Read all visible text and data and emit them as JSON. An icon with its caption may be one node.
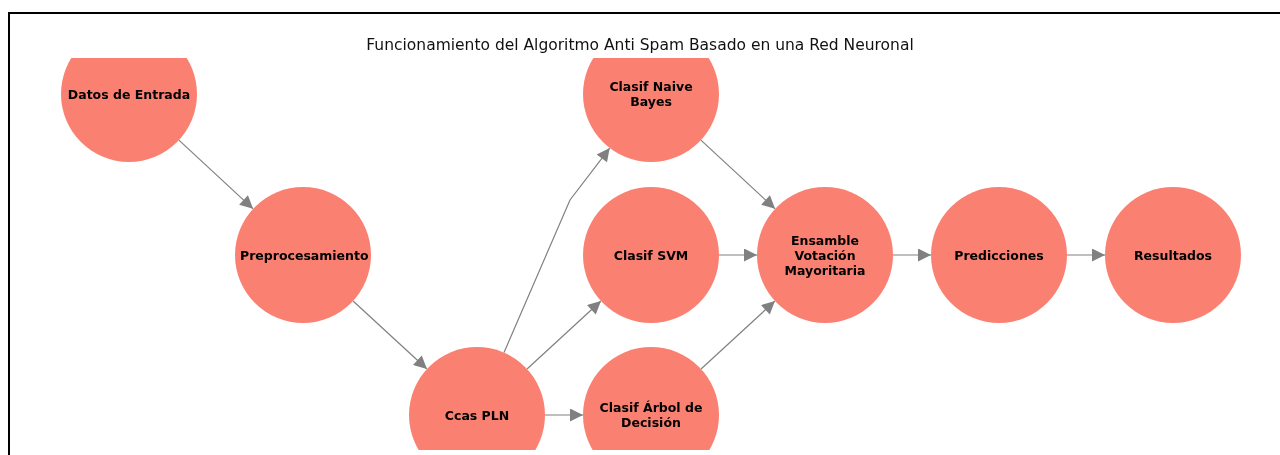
{
  "diagram": {
    "title": "Funcionamiento del Algoritmo Anti Spam Basado en una Red Neuronal",
    "nodes": [
      {
        "text": [
          "Datos de Entrada"
        ]
      },
      {
        "text": [
          "Preprocesamiento"
        ]
      },
      {
        "text": [
          "Ccas PLN"
        ]
      },
      {
        "text": [
          "Clasif Naive Bayes"
        ]
      },
      {
        "text": [
          "Clasif SVM"
        ]
      },
      {
        "text": [
          "Clasif Árbol de Decisión"
        ]
      },
      {
        "text": [
          "Ensamble Votación Mayoritaria"
        ]
      },
      {
        "text": [
          "Predicciones"
        ]
      },
      {
        "text": [
          "Resultados"
        ]
      }
    ],
    "edges": [
      {
        "from": 0,
        "to": 1,
        "arrow": "to"
      },
      {
        "from": 1,
        "to": 2,
        "arrow": "to"
      },
      {
        "from": 2,
        "to": 3,
        "arrow": "to"
      },
      {
        "from": 2,
        "to": 4,
        "arrow": "to"
      },
      {
        "from": 2,
        "to": 5,
        "arrow": "to"
      },
      {
        "from": 3,
        "to": 6,
        "arrow": "to"
      },
      {
        "from": 4,
        "to": 6,
        "arrow": "to"
      },
      {
        "from": 5,
        "to": 6,
        "arrow": "to"
      },
      {
        "from": 6,
        "to": 7,
        "arrow": "to"
      },
      {
        "from": 7,
        "to": 8,
        "arrow": "to"
      }
    ]
  }
}
